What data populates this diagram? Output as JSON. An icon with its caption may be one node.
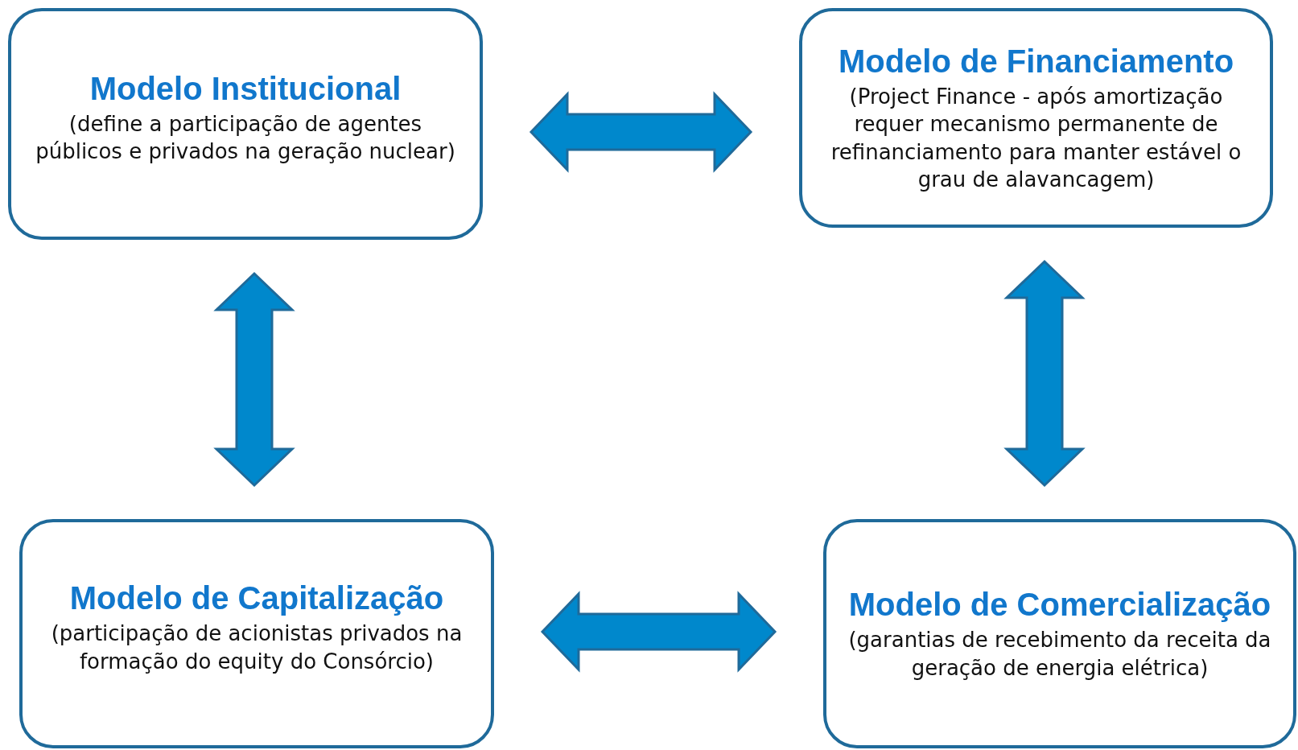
{
  "diagram": {
    "nodes": [
      {
        "text": [
          "Modelo Institucional",
          "(define a participação de agentes públicos e privados na geração nuclear)"
        ]
      },
      {
        "text": [
          "Modelo de Financiamento",
          "(Project Finance - após amortização requer mecanismo permanente de refinanciamento para manter estável o grau de alavancagem)"
        ]
      },
      {
        "text": [
          "Modelo de Capitalização",
          "(participação de acionistas privados na formação do equity do Consórcio)"
        ]
      },
      {
        "text": [
          "Modelo de Comercialização",
          "(garantias de recebimento da receita da geração de energia elétrica)"
        ]
      }
    ],
    "edges": [
      {
        "from": 0,
        "to": 1,
        "arrow": "both"
      },
      {
        "from": 0,
        "to": 2,
        "arrow": "both"
      },
      {
        "from": 1,
        "to": 3,
        "arrow": "both"
      },
      {
        "from": 2,
        "to": 3,
        "arrow": "both"
      }
    ]
  }
}
